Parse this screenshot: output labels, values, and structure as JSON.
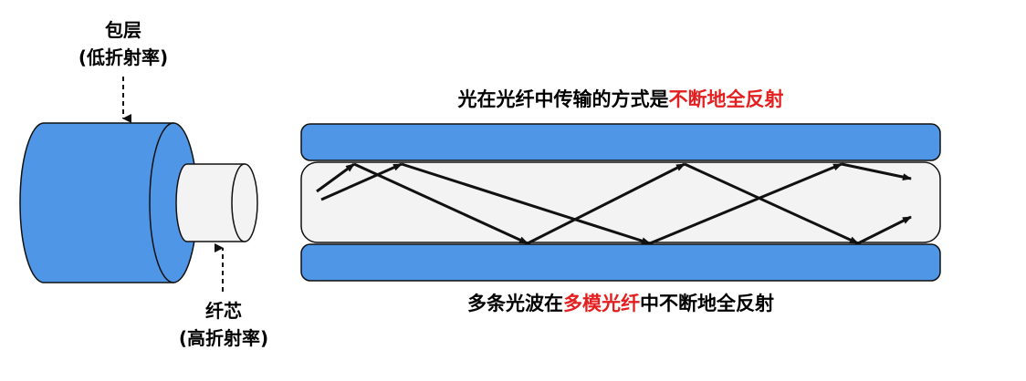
{
  "cladding": {
    "name": "包层",
    "note": "(低折射率)"
  },
  "core": {
    "name": "纤芯",
    "note": "(高折射率)"
  },
  "caption_top": {
    "prefix": "光在光纤中传输的方式是",
    "highlight": "不断地全反射"
  },
  "caption_bottom": {
    "prefix": "多条光波在",
    "highlight": "多模光纤",
    "suffix": "中不断地全反射"
  },
  "colors": {
    "cladding_blue": "#4f97e6",
    "core_fill": "#f3f3f3",
    "outline": "#111111",
    "highlight_red": "#e41f1f"
  }
}
